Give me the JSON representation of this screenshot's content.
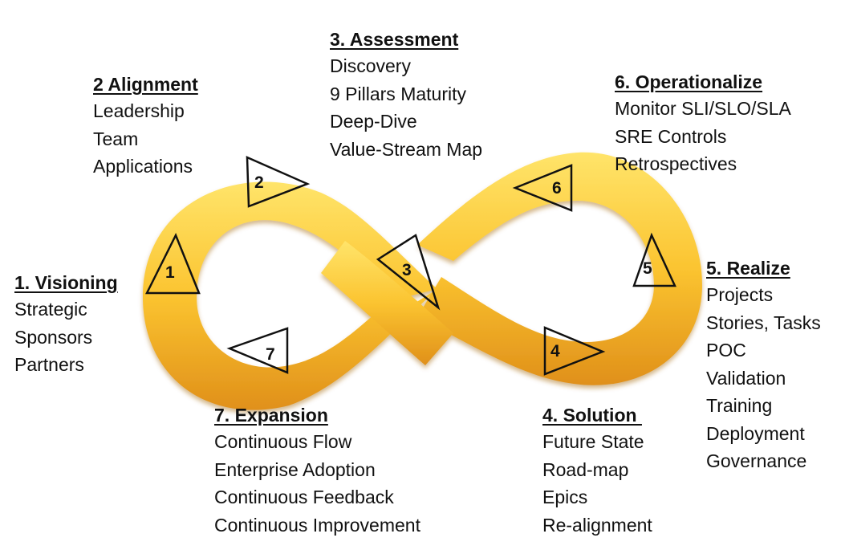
{
  "colors": {
    "band_light": "#ffe46a",
    "band_mid": "#fbc430",
    "band_dark": "#e0901a",
    "marker_stroke": "#111111",
    "text": "#111111"
  },
  "steps": [
    {
      "marker": "1",
      "title": "1. Visioning",
      "items": [
        "Strategic",
        "Sponsors",
        "Partners"
      ]
    },
    {
      "marker": "2",
      "title": "2 Alignment",
      "items": [
        "Leadership",
        "Team",
        "Applications"
      ]
    },
    {
      "marker": "3",
      "title": "3. Assessment",
      "items": [
        "Discovery",
        "9 Pillars Maturity",
        "Deep-Dive",
        "Value-Stream Map"
      ]
    },
    {
      "marker": "4",
      "title": "4. Solution ",
      "items": [
        "Future State",
        "Road-map",
        "Epics",
        "Re-alignment"
      ]
    },
    {
      "marker": "5",
      "title": "5. Realize",
      "items": [
        "Projects",
        "Stories, Tasks",
        "POC",
        "Validation",
        "Training",
        "Deployment",
        "Governance"
      ]
    },
    {
      "marker": "6",
      "title": "6. Operationalize",
      "items": [
        "Monitor SLI/SLO/SLA",
        "SRE Controls",
        "Retrospectives"
      ]
    },
    {
      "marker": "7",
      "title": "7. Expansion",
      "items": [
        "Continuous Flow",
        "Enterprise Adoption",
        "Continuous Feedback",
        "Continuous Improvement"
      ]
    }
  ]
}
